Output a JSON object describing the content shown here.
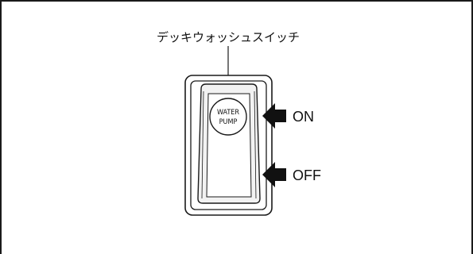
{
  "diagram": {
    "title": "デッキウォッシュスイッチ",
    "switch_label_line1": "WATER",
    "switch_label_line2": "PUMP",
    "on_label": "ON",
    "off_label": "OFF",
    "colors": {
      "line": "#1a1a1a",
      "background": "#ffffff",
      "arrow": "#111111",
      "switch_shade": "#f2f2f2"
    }
  }
}
